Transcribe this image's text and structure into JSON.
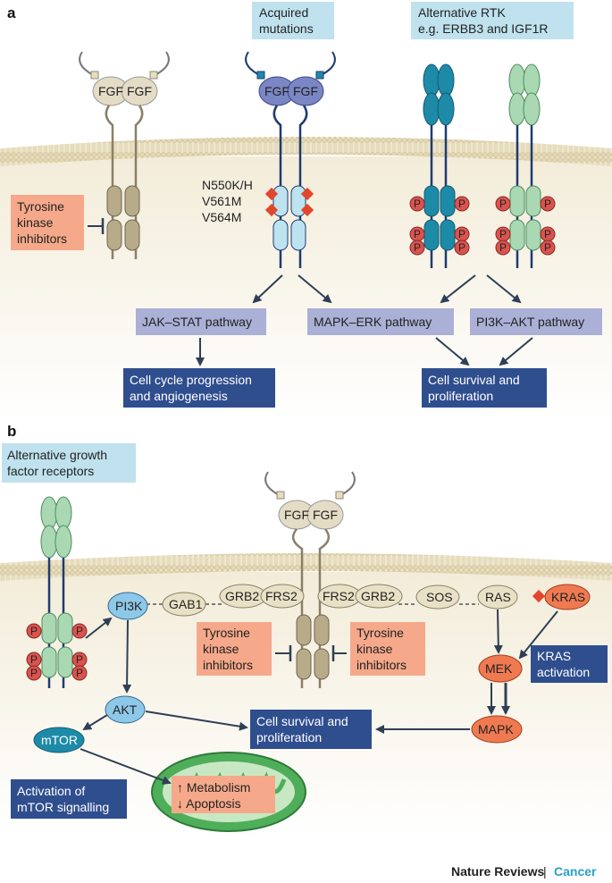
{
  "panel_a": {
    "letter": "a",
    "acquired_mutations": [
      "Acquired",
      "mutations"
    ],
    "alternative_rtk": [
      "Alternative RTK",
      "e.g. ERBB3 and IGF1R"
    ],
    "ligand_label": "FGF",
    "tki": [
      "Tyrosine",
      "kinase",
      "inhibitors"
    ],
    "mutations": [
      "N550K/H",
      "V561M",
      "V564M"
    ],
    "phospho": "P",
    "jak_stat": "JAK–STAT pathway",
    "mapk_erk": "MAPK–ERK pathway",
    "pi3k_akt": "PI3K–AKT pathway",
    "cell_cycle": [
      "Cell cycle progression",
      "and angiogenesis"
    ],
    "survival": [
      "Cell survival and",
      "proliferation"
    ]
  },
  "panel_b": {
    "letter": "b",
    "alt_growth": [
      "Alternative growth",
      "factor receptors"
    ],
    "ligand_label": "FGF",
    "pi3k": "PI3K",
    "gab1": "GAB1",
    "grb2": "GRB2",
    "frs2": "FRS2",
    "sos": "SOS",
    "ras": "RAS",
    "kras": "KRAS",
    "tki": [
      "Tyrosine",
      "kinase",
      "inhibitors"
    ],
    "kras_activation": [
      "KRAS",
      "activation"
    ],
    "mek": "MEK",
    "mapk": "MAPK",
    "akt": "AKT",
    "mtor": "mTOR",
    "survival": [
      "Cell survival and",
      "proliferation"
    ],
    "mtor_activation": [
      "Activation of",
      "mTOR signalling"
    ],
    "metabolism": "↑ Metabolism",
    "apoptosis": "↓ Apoptosis",
    "phospho": "P"
  },
  "footer": {
    "journal": "Nature Reviews",
    "separator": " | ",
    "section": "Cancer"
  },
  "colors": {
    "light_blue_box": "#bfe2ee",
    "salmon_box": "#f5a98a",
    "lavender_box": "#aab0d6",
    "navy_box": "#2f4e8e",
    "membrane": "#e9e1c6",
    "background_band": "#f6f1e4",
    "teal_receptor": "#1d8ba8",
    "green_receptor": "#a9d8b2",
    "tan_receptor": "#b8ab8a",
    "phospho": "#d9534f",
    "cancer_blue": "#2a9fc9"
  }
}
